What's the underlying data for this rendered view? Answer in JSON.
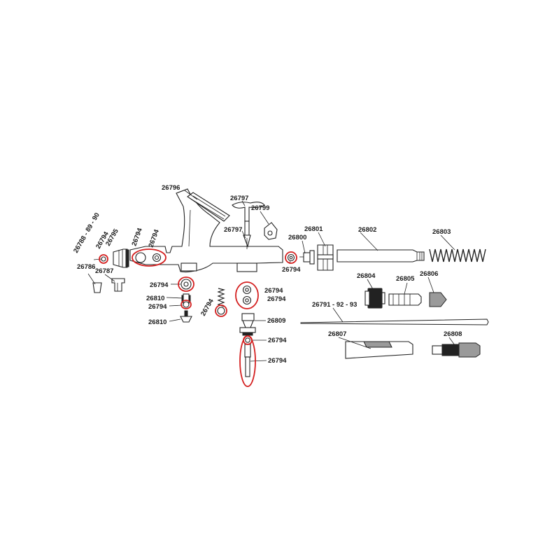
{
  "colors": {
    "highlight": "#d42020",
    "line": "#222222"
  },
  "labels": {
    "p26796": "26796",
    "p26797a": "26797",
    "p26797b": "26797",
    "p26799": "26799",
    "p26801": "26801",
    "p26802": "26802",
    "p26803": "26803",
    "p26800": "26800",
    "p26794_tap": "26794",
    "p26788": "26788 - 89 - 90",
    "p26794_nz1": "26794",
    "p26795": "26795",
    "p26794_nz2": "26794",
    "p26794_nz3": "26794",
    "p26786": "26786",
    "p26787": "26787",
    "p26794_v1": "26794",
    "p26810a": "26810",
    "p26794_v2": "26794",
    "p26810b": "26810",
    "p26794_spring": "26794",
    "p26794_c1": "26794",
    "p26794_c2": "26794",
    "p26809": "26809",
    "p26794_c3": "26794",
    "p26794_c4": "26794",
    "p26804": "26804",
    "p26805": "26805",
    "p26806": "26806",
    "p26791": "26791 - 92 - 93",
    "p26807": "26807",
    "p26808": "26808"
  }
}
